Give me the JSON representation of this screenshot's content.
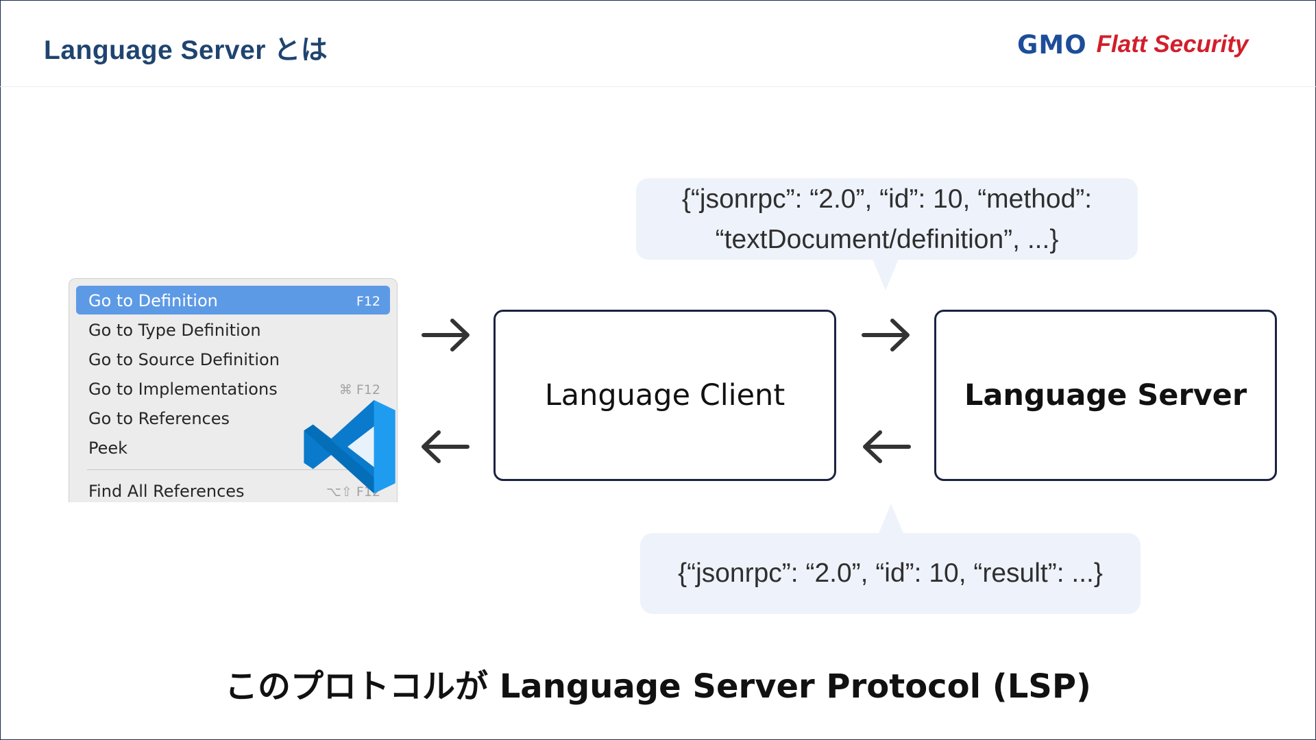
{
  "header": {
    "title": "Language Server とは",
    "logo_gmo": "GMO",
    "logo_brand": "Flatt Security"
  },
  "context_menu": {
    "items": [
      {
        "label": "Go to Definition",
        "shortcut": "F12",
        "active": true
      },
      {
        "label": "Go to Type Definition",
        "shortcut": ""
      },
      {
        "label": "Go to Source Definition",
        "shortcut": ""
      },
      {
        "label": "Go to Implementations",
        "shortcut": "⌘ F12"
      },
      {
        "label": "Go to References",
        "shortcut": "⇧"
      },
      {
        "label": "Peek",
        "shortcut": "›"
      },
      {
        "label": "Find All References",
        "shortcut": "⌥⇧ F12"
      }
    ]
  },
  "diagram": {
    "client_label": "Language Client",
    "server_label": "Language Server",
    "request_line1": "{“jsonrpc”: “2.0”, “id”: 10, “method”:",
    "request_line2": "“textDocument/definition”, ...}",
    "response_line1": "{“jsonrpc”: “2.0”, “id”: 10, “result”:  ...}"
  },
  "caption": "このプロトコルが Language Server Protocol (LSP)",
  "colors": {
    "title": "#1f4470",
    "box_border": "#1a2240",
    "bubble_bg": "#eef2fa",
    "menu_active": "#5d9ae6",
    "vscode_blue": "#0a7acc"
  }
}
